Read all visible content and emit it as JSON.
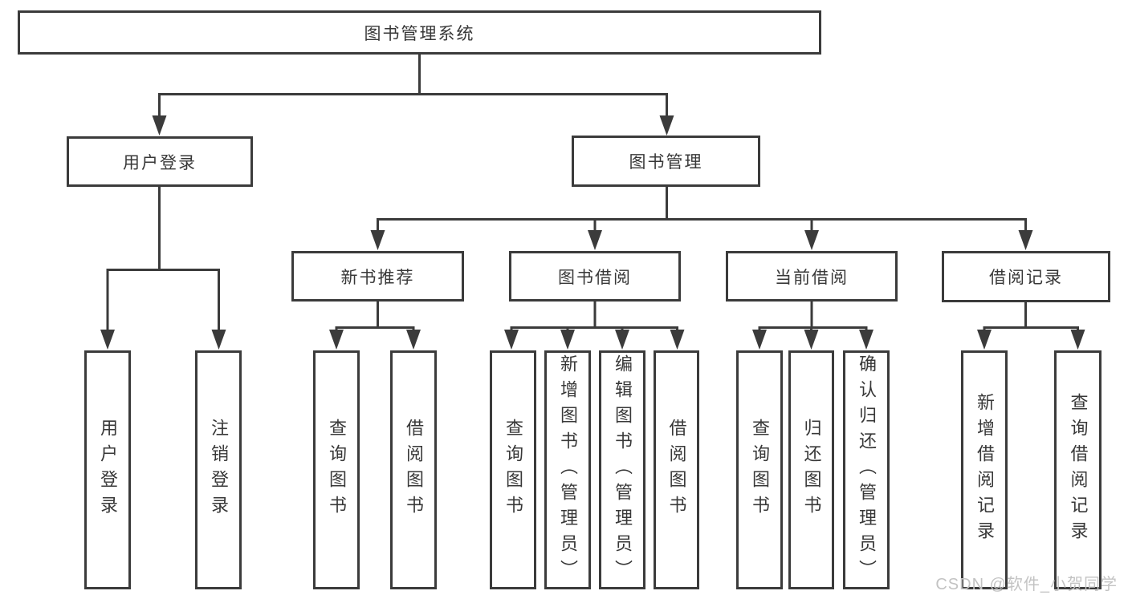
{
  "diagram_title": "图书管理系统",
  "colors": {
    "line": "#3b3b3b",
    "text": "#383838",
    "background": "#ffffff",
    "watermark": "#c3c3c3"
  },
  "nodes": {
    "root": {
      "label": "图书管理系统"
    },
    "user_login": {
      "label": "用户登录"
    },
    "book_mgmt": {
      "label": "图书管理"
    },
    "new_book_rec": {
      "label": "新书推荐"
    },
    "book_borrow": {
      "label": "图书借阅"
    },
    "current_borrow": {
      "label": "当前借阅"
    },
    "borrow_record": {
      "label": "借阅记录"
    },
    "leaves": [
      {
        "label": "用户登录",
        "parent": "用户登录"
      },
      {
        "label": "注销登录",
        "parent": "用户登录"
      },
      {
        "label": "查询图书",
        "parent": "新书推荐"
      },
      {
        "label": "借阅图书",
        "parent": "新书推荐"
      },
      {
        "label": "查询图书",
        "parent": "图书借阅"
      },
      {
        "label": "新增图书（管理员）",
        "parent": "图书借阅"
      },
      {
        "label": "编辑图书（管理员）",
        "parent": "图书借阅"
      },
      {
        "label": "借阅图书",
        "parent": "图书借阅"
      },
      {
        "label": "查询图书",
        "parent": "当前借阅"
      },
      {
        "label": "归还图书",
        "parent": "当前借阅"
      },
      {
        "label": "确认归还（管理员）",
        "parent": "当前借阅"
      },
      {
        "label": "新增借阅记录",
        "parent": "借阅记录"
      },
      {
        "label": "查询借阅记录",
        "parent": "借阅记录"
      }
    ]
  },
  "watermark": {
    "text": "CSDN @软件_小贺同学"
  }
}
